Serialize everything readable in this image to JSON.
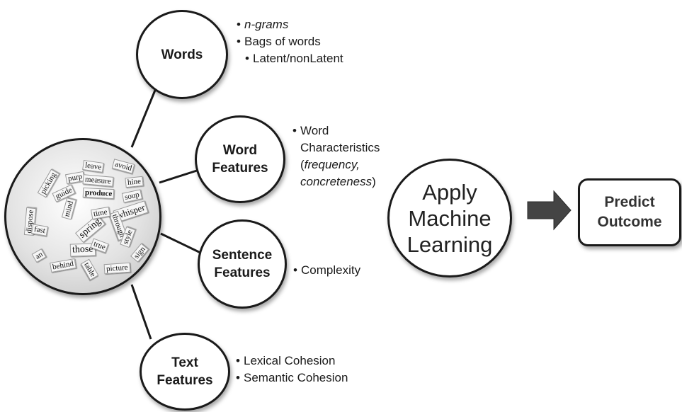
{
  "colors": {
    "stroke": "#1a1a1a",
    "background": "#ffffff",
    "chip": "#f7f7f7"
  },
  "nodes": {
    "words": "Words",
    "word_features": "Word\nFeatures",
    "sentence_features": "Sentence\nFeatures",
    "text_features": "Text\nFeatures",
    "apply_ml": "Apply\nMachine\nLearning",
    "predict_outcome": "Predict\nOutcome"
  },
  "bullets": {
    "words": [
      "n-grams",
      "Bags of words",
      "Latent/nonLatent"
    ],
    "word_features": {
      "line1": "Word",
      "line2": "Characteristics",
      "paren_open": "(",
      "italic": "frequency,\nconcreteness",
      "paren_close": ")"
    },
    "sentence_features": [
      "Complexity"
    ],
    "text_features": [
      "Lexical Cohesion",
      "Semantic Cohesion"
    ]
  },
  "icons": {
    "arrow": "right-arrow-icon",
    "word_cloud": "word-cloud-ball-image"
  },
  "word_cloud": {
    "words": [
      "leave",
      "avoid",
      "purp",
      "measure",
      "hine",
      "picking",
      "produce",
      "guide",
      "soup",
      "mind",
      "whisper",
      "spring",
      "through",
      "those",
      "behind",
      "picture",
      "table",
      "style",
      "dispose",
      "an",
      "time",
      "fast",
      "true",
      "sign"
    ]
  }
}
